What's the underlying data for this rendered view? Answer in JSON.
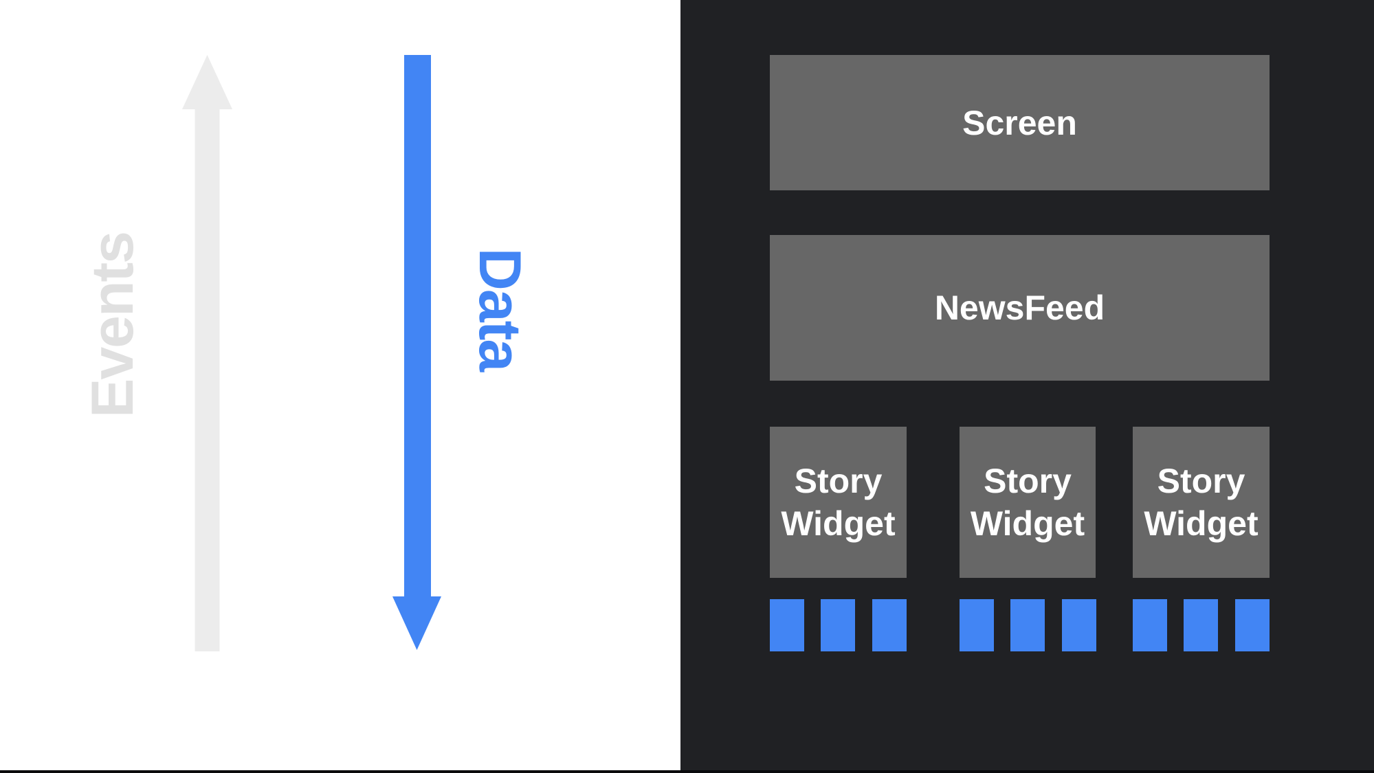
{
  "diagram": {
    "flows": {
      "events_label": "Events",
      "data_label": "Data"
    },
    "widget_tree": {
      "screen_label": "Screen",
      "newsfeed_label": "NewsFeed",
      "story_widgets": [
        {
          "label": "Story Widget",
          "data_blocks": 3
        },
        {
          "label": "Story Widget",
          "data_blocks": 3
        },
        {
          "label": "Story Widget",
          "data_blocks": 3
        }
      ]
    },
    "icons": {
      "events_up_arrow": "up-arrow",
      "data_down_arrow": "down-arrow"
    },
    "colors": {
      "background_left": "#ffffff",
      "panel_dark": "#202124",
      "box_gray": "#676767",
      "box_text": "#ffffff",
      "accent_blue": "#4285f4",
      "arrow_gray": "#ececec",
      "events_text_gray": "#e0e0e0",
      "bottom_strip": "#0a0a0c"
    }
  }
}
